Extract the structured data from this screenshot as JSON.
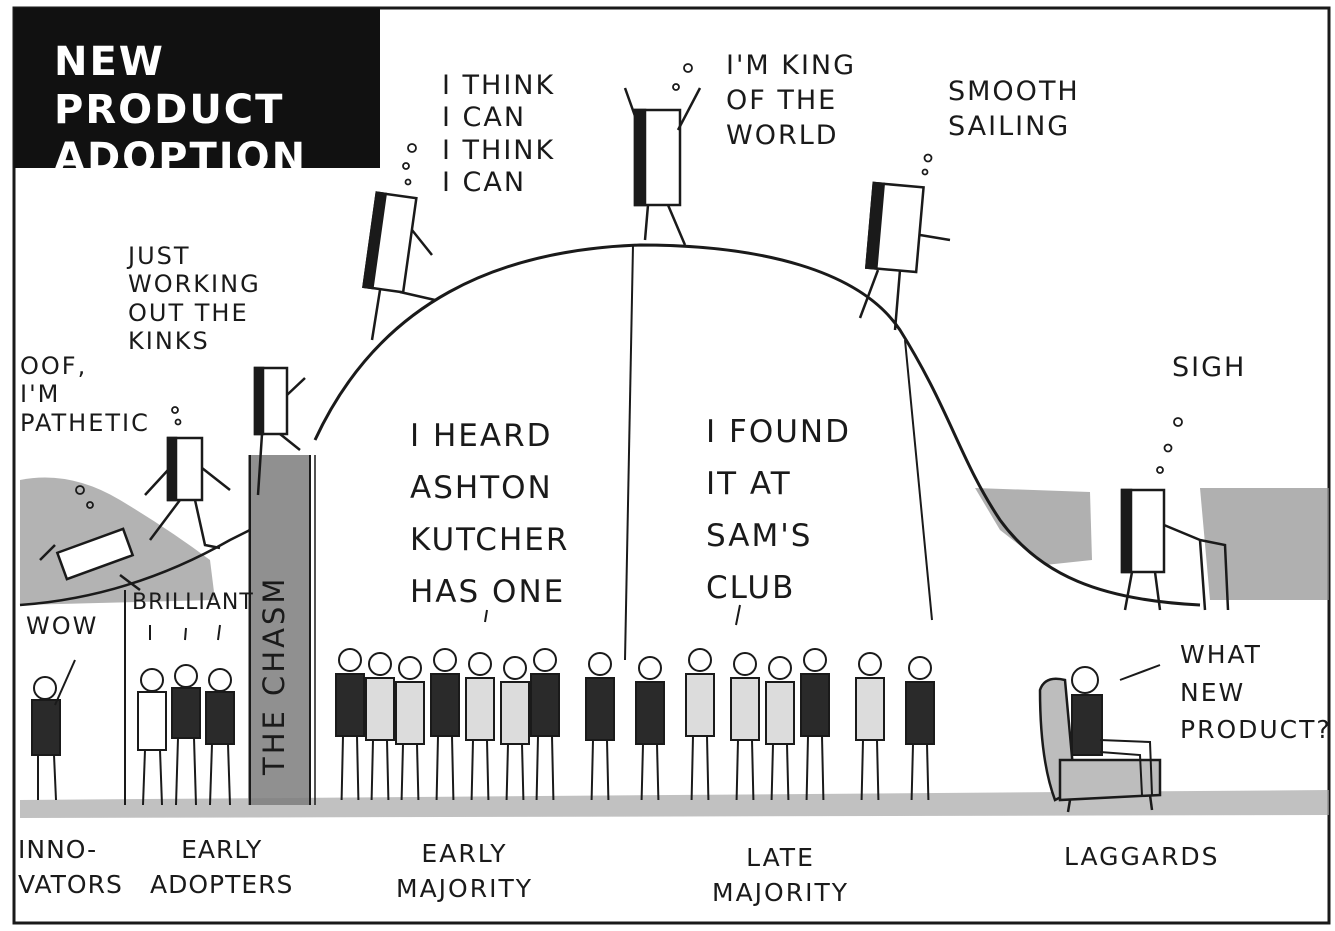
{
  "title": {
    "line1": "NEW PRODUCT",
    "line2": "ADOPTION"
  },
  "bubbles": {
    "innovator_fall": [
      "OOF,",
      "I'M",
      "PATHETIC"
    ],
    "early_adopter_climb": [
      "JUST",
      "WORKING",
      "OUT THE",
      "KINKS"
    ],
    "early_majority_climb": [
      "I THINK",
      "I CAN",
      "I THINK",
      "I CAN"
    ],
    "peak": [
      "I'M KING",
      "OF THE",
      "WORLD"
    ],
    "late_majority_descend": [
      "SMOOTH",
      "SAILING"
    ],
    "laggard_sigh": [
      "SIGH"
    ],
    "innovators_crowd": [
      "WOW"
    ],
    "early_adopters_crowd": [
      "BRILLIANT"
    ],
    "early_majority_crowd": [
      "I HEARD",
      "ASHTON",
      "KUTCHER",
      "HAS ONE"
    ],
    "late_majority_crowd": [
      "I FOUND",
      "IT AT",
      "SAM'S",
      "CLUB"
    ],
    "laggard_chair": [
      "WHAT",
      "NEW",
      "PRODUCT?"
    ]
  },
  "chasm_label": "THE CHASM",
  "segments": {
    "innovators": [
      "INNO-",
      "VATORS"
    ],
    "early_adopters": [
      "EARLY",
      "ADOPTERS"
    ],
    "early_majority": [
      "EARLY",
      "MAJORITY"
    ],
    "late_majority": [
      "LATE",
      "MAJORITY"
    ],
    "laggards": [
      "LAGGARDS"
    ]
  },
  "colors": {
    "ink": "#1a1a1a",
    "title_bg": "#111111",
    "title_text": "#ffffff",
    "wash": "#8a8a8a",
    "paper": "#ffffff"
  }
}
